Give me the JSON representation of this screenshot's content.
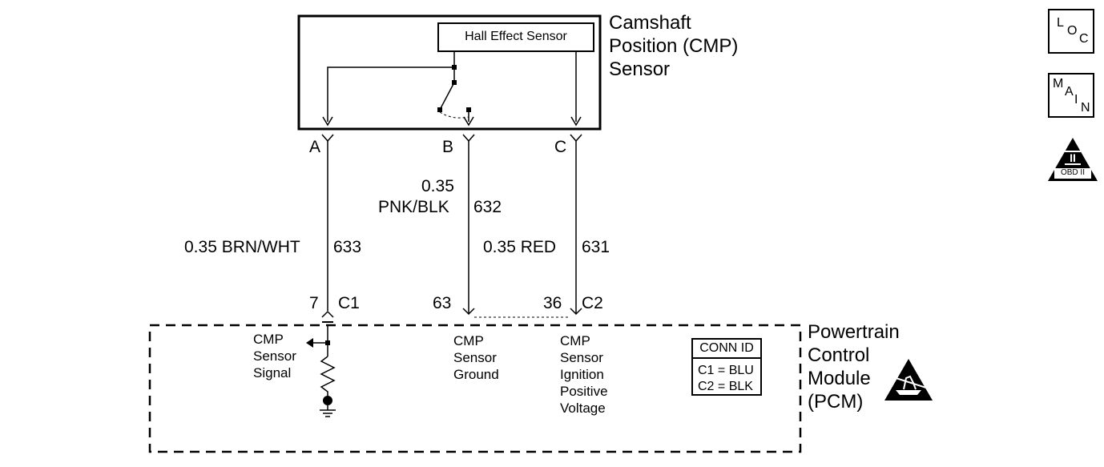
{
  "sensor": {
    "name_lines": [
      "Camshaft",
      "Position (CMP)",
      "Sensor"
    ],
    "inner_box_label": "Hall Effect Sensor"
  },
  "pins_top": [
    "A",
    "B",
    "C"
  ],
  "wires": {
    "a": {
      "gauge_color": "0.35 BRN/WHT",
      "circuit": "633"
    },
    "b": {
      "gauge": "0.35",
      "color": "PNK/BLK",
      "circuit": "632"
    },
    "c": {
      "gauge_color": "0.35 RED",
      "circuit": "631"
    }
  },
  "pcm_pins": {
    "pin_7": "7",
    "conn_c1": "C1",
    "pin_63": "63",
    "pin_36": "36",
    "conn_c2": "C2"
  },
  "pcm": {
    "name_lines": [
      "Powertrain",
      "Control",
      "Module",
      "(PCM)"
    ],
    "signal_lines": [
      "CMP",
      "Sensor",
      "Signal"
    ],
    "ground_lines": [
      "CMP",
      "Sensor",
      "Ground"
    ],
    "ignition_lines": [
      "CMP",
      "Sensor",
      "Ignition",
      "Positive",
      "Voltage"
    ]
  },
  "conn_id": {
    "header": "CONN ID",
    "rows": [
      "C1 = BLU",
      "C2 = BLK"
    ]
  },
  "icons": {
    "loc": {
      "l": "L",
      "o": "O",
      "c": "C"
    },
    "main": {
      "m": "M",
      "a": "A",
      "i": "I",
      "n": "N"
    },
    "obd": {
      "numeral": "II",
      "label": "OBD II"
    },
    "esd": "esd-warning-icon"
  }
}
